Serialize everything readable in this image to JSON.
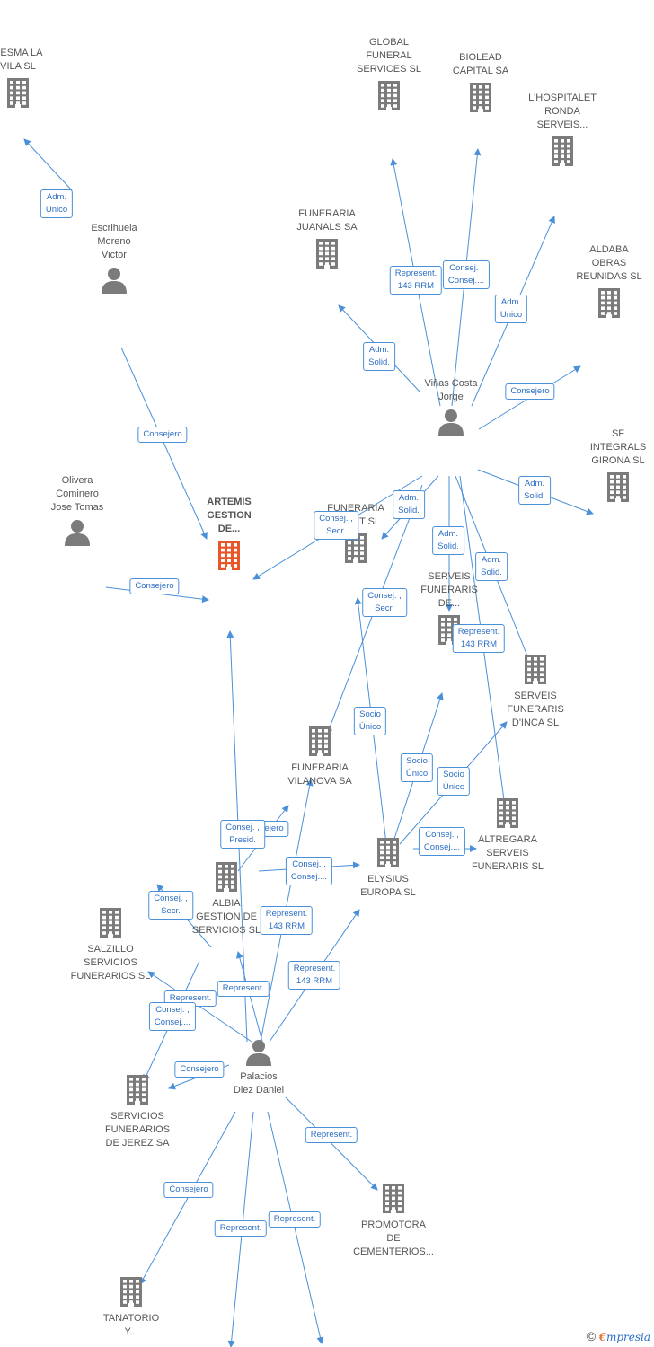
{
  "colors": {
    "edge": "#4a90d9",
    "node_gray": "#7b7b7b",
    "node_main": "#e8572a",
    "text": "#555555"
  },
  "nodes": [
    {
      "id": "ftresma",
      "type": "company",
      "label": "RESMA LA\nVILA  SL",
      "icon": "building-icon"
    },
    {
      "id": "escrihuela",
      "type": "person",
      "label": "Escrihuela\nMoreno\nVictor",
      "icon": "person-icon"
    },
    {
      "id": "artemis",
      "type": "company",
      "main": true,
      "label": "ARTEMIS\nGESTION\nDE...",
      "icon": "building-icon"
    },
    {
      "id": "olivera",
      "type": "person",
      "label": "Olivera\nCominero\nJose Tomas",
      "icon": "person-icon"
    },
    {
      "id": "global",
      "type": "company",
      "label": "GLOBAL\nFUNERAL\nSERVICES  SL",
      "icon": "building-icon"
    },
    {
      "id": "biolead",
      "type": "company",
      "label": "BIOLEAD\nCAPITAL SA",
      "icon": "building-icon"
    },
    {
      "id": "hospitalet",
      "type": "company",
      "label": "L'HOSPITALET\nRONDA\nSERVEIS...",
      "icon": "building-icon"
    },
    {
      "id": "juanals",
      "type": "company",
      "label": "FUNERARIA\nJUANALS SA",
      "icon": "building-icon"
    },
    {
      "id": "aldaba",
      "type": "company",
      "label": "ALDABA\nOBRAS\nREUNIDAS  SL",
      "icon": "building-icon"
    },
    {
      "id": "vinas",
      "type": "person",
      "label": "Viñas Costa\nJorge",
      "icon": "person-icon"
    },
    {
      "id": "sf",
      "type": "company",
      "label": "SF\nINTEGRALS\nGIRONA  SL",
      "icon": "building-icon"
    },
    {
      "id": "bonet",
      "type": "company",
      "label": "FUNERARIA\nBONET  SL",
      "icon": "building-icon"
    },
    {
      "id": "serveisf",
      "type": "company",
      "label": "SERVEIS\nFUNERARIS\nDE...",
      "icon": "building-icon"
    },
    {
      "id": "inca",
      "type": "company",
      "label": "SERVEIS\nFUNERARIS\nD'INCA  SL",
      "icon": "building-icon"
    },
    {
      "id": "vilanova",
      "type": "company",
      "label": "FUNERARIA\nVILANOVA SA",
      "icon": "building-icon"
    },
    {
      "id": "altregara",
      "type": "company",
      "label": "ALTREGARA\nSERVEIS\nFUNERARIS  SL",
      "icon": "building-icon"
    },
    {
      "id": "elysius",
      "type": "company",
      "label": "ELYSIUS\nEUROPA SL",
      "icon": "building-icon"
    },
    {
      "id": "albia",
      "type": "company",
      "label": "ALBIA\nGESTION DE\nSERVICIOS SL",
      "icon": "building-icon"
    },
    {
      "id": "salzillo",
      "type": "company",
      "label": "SALZILLO\nSERVICIOS\nFUNERARIOS SL",
      "icon": "building-icon"
    },
    {
      "id": "palacios",
      "type": "person",
      "label": "Palacios\nDiez Daniel",
      "icon": "person-icon"
    },
    {
      "id": "jerez",
      "type": "company",
      "label": "SERVICIOS\nFUNERARIOS\nDE JEREZ SA",
      "icon": "building-icon"
    },
    {
      "id": "promotora",
      "type": "company",
      "label": "PROMOTORA\nDE\nCEMENTERIOS...",
      "icon": "building-icon"
    },
    {
      "id": "tanatorio",
      "type": "company",
      "label": "TANATORIO\nY...",
      "icon": "building-icon"
    }
  ],
  "relations": [
    {
      "label": "Adm.\nUnico"
    },
    {
      "label": "Consejero"
    },
    {
      "label": "Consejero"
    },
    {
      "label": "Represent.\n143 RRM"
    },
    {
      "label": "Consej. ,\nConsej...."
    },
    {
      "label": "Adm.\nUnico"
    },
    {
      "label": "Adm.\nSolid."
    },
    {
      "label": "Consejero"
    },
    {
      "label": "Consej. ,\nSecr."
    },
    {
      "label": "Adm.\nSolid."
    },
    {
      "label": "Adm.\nSolid."
    },
    {
      "label": "Adm.\nSolid."
    },
    {
      "label": "Adm.\nSolid."
    },
    {
      "label": "Consej. ,\nSecr."
    },
    {
      "label": "Represent.\n143 RRM"
    },
    {
      "label": "Socio\nÚnico"
    },
    {
      "label": "Socio\nÚnico"
    },
    {
      "label": "Socio\nÚnico"
    },
    {
      "label": "Consej. ,\nConsej...."
    },
    {
      "label": "Consejero"
    },
    {
      "label": "Consej. ,\nPresid."
    },
    {
      "label": "Consej. ,\nConsej...."
    },
    {
      "label": "Consej. ,\nSecr."
    },
    {
      "label": "Represent.\n143 RRM"
    },
    {
      "label": "Represent.\n143 RRM"
    },
    {
      "label": "Represent."
    },
    {
      "label": "Represent."
    },
    {
      "label": "Consej. ,\nConsej...."
    },
    {
      "label": "Consejero"
    },
    {
      "label": "Represent."
    },
    {
      "label": "Consejero"
    },
    {
      "label": "Represent."
    },
    {
      "label": "Represent."
    }
  ],
  "brand": {
    "copyright": "©",
    "e": "€",
    "name": "mpresia"
  }
}
